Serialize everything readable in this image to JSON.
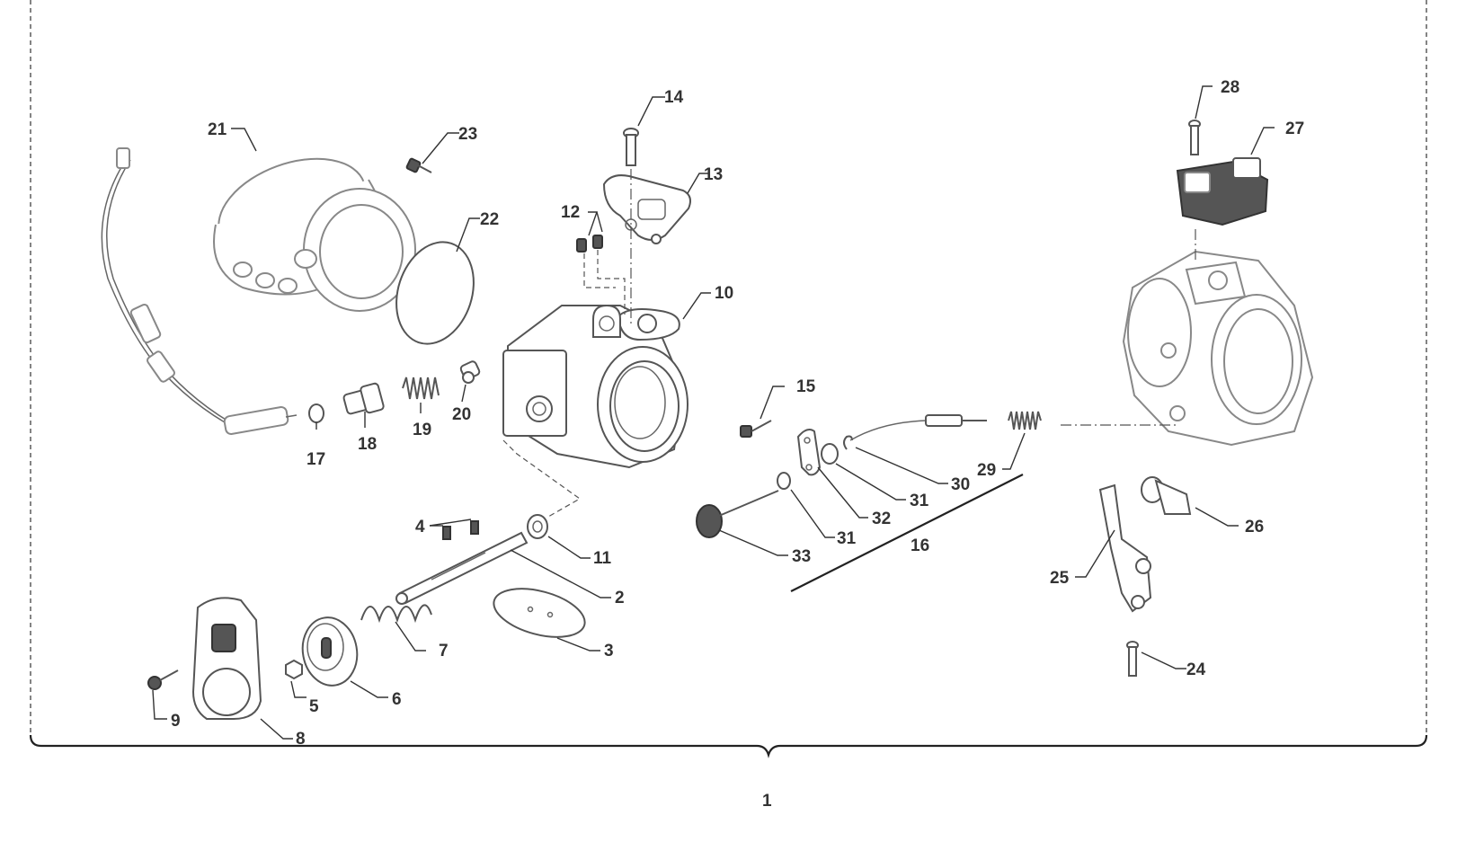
{
  "callouts": {
    "c1": "1",
    "c2": "2",
    "c3": "3",
    "c4": "4",
    "c5": "5",
    "c6": "6",
    "c7": "7",
    "c8": "8",
    "c9": "9",
    "c10": "10",
    "c11": "11",
    "c12": "12",
    "c13": "13",
    "c14": "14",
    "c15": "15",
    "c16": "16",
    "c17": "17",
    "c18": "18",
    "c19": "19",
    "c20": "20",
    "c21": "21",
    "c22": "22",
    "c23": "23",
    "c24": "24",
    "c25": "25",
    "c26": "26",
    "c27": "27",
    "c28": "28",
    "c29": "29",
    "c30": "30",
    "c31a": "31",
    "c31b": "31",
    "c32": "32",
    "c33": "33"
  }
}
